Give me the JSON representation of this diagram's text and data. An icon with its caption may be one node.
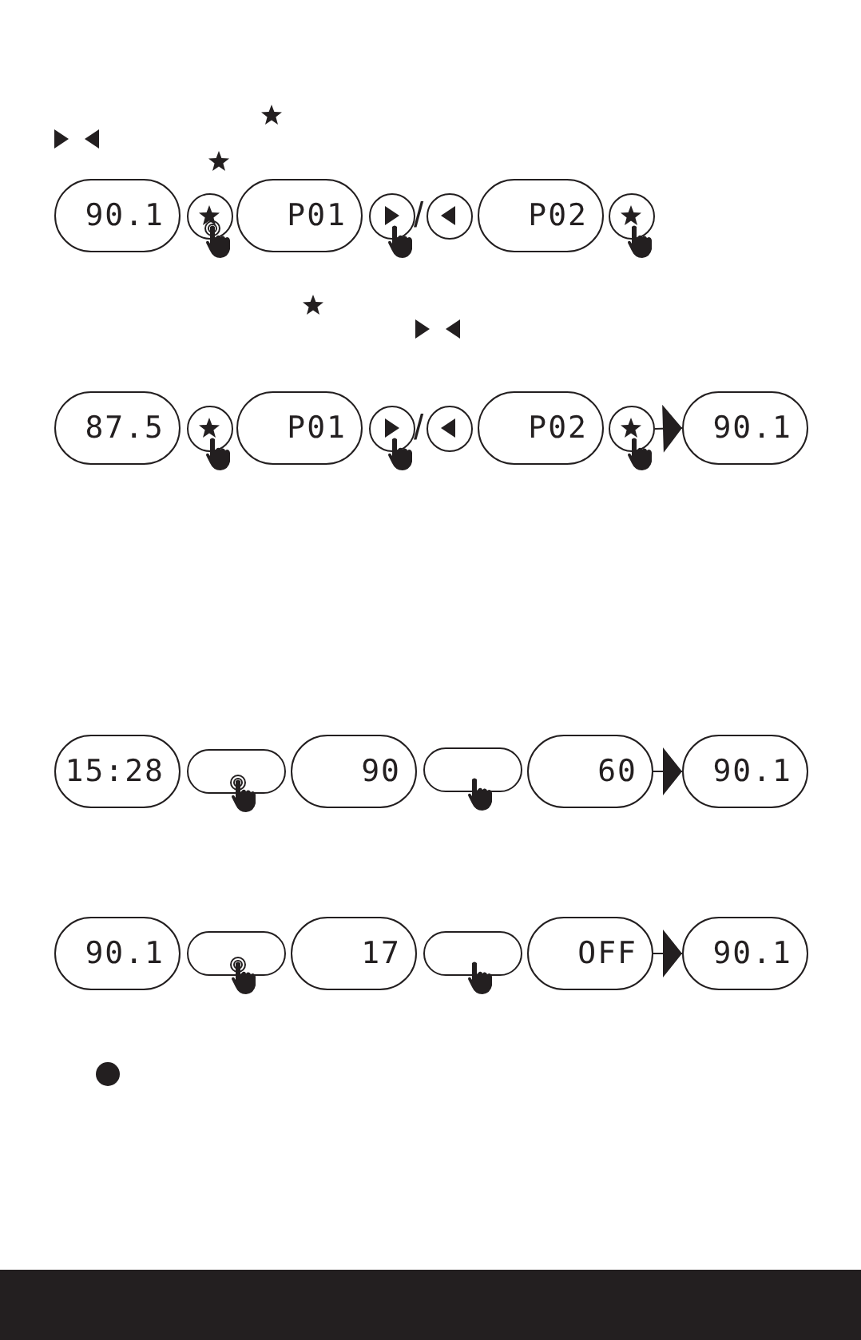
{
  "diagram": {
    "nodes": [
      {
        "text": [
          "90.1"
        ]
      },
      {
        "text": [],
        "shape": "circle"
      },
      {
        "text": [
          "P01"
        ]
      },
      {
        "text": [],
        "shape": "circle"
      },
      {
        "text": [],
        "shape": "circle"
      },
      {
        "text": [
          "P02"
        ]
      },
      {
        "text": [],
        "shape": "circle"
      },
      {
        "text": [
          "87.5"
        ]
      },
      {
        "text": [],
        "shape": "circle"
      },
      {
        "text": [
          "P01"
        ]
      },
      {
        "text": [],
        "shape": "circle"
      },
      {
        "text": [],
        "shape": "circle"
      },
      {
        "text": [
          "P02"
        ]
      },
      {
        "text": [],
        "shape": "circle"
      },
      {
        "text": [
          "90.1"
        ]
      },
      {
        "text": [
          "15:28"
        ]
      },
      {
        "text": [],
        "shape": "box"
      },
      {
        "text": [
          "90"
        ]
      },
      {
        "text": [],
        "shape": "box"
      },
      {
        "text": [
          "60"
        ]
      },
      {
        "text": [
          "90.1"
        ]
      },
      {
        "text": [
          "90.1"
        ]
      },
      {
        "text": [],
        "shape": "box"
      },
      {
        "text": [
          "17"
        ]
      },
      {
        "text": [],
        "shape": "box"
      },
      {
        "text": [
          "OFF"
        ]
      },
      {
        "text": [
          "90.1"
        ]
      }
    ],
    "edges": [
      {
        "from": 13,
        "to": 14,
        "arrow": "to"
      },
      {
        "from": 19,
        "to": 20,
        "arrow": "to"
      },
      {
        "from": 25,
        "to": 26,
        "arrow": "to"
      }
    ],
    "labels": [
      "/",
      "/"
    ]
  }
}
